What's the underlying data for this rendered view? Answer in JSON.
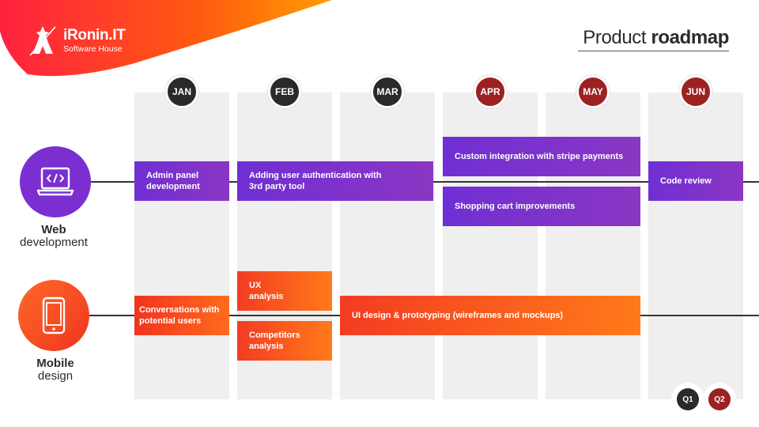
{
  "brand": {
    "name": "iRonin.IT",
    "tagline": "Software House",
    "gradient": [
      "#ff2d3a",
      "#ff9a00"
    ]
  },
  "title": {
    "light": "Product ",
    "bold": "roadmap"
  },
  "months": [
    {
      "label": "JAN",
      "quarter": "Q1"
    },
    {
      "label": "FEB",
      "quarter": "Q1"
    },
    {
      "label": "MAR",
      "quarter": "Q1"
    },
    {
      "label": "APR",
      "quarter": "Q2"
    },
    {
      "label": "MAY",
      "quarter": "Q2"
    },
    {
      "label": "JUN",
      "quarter": "Q2"
    }
  ],
  "lanes": [
    {
      "name_bold": "Web",
      "name_light": "development",
      "icon": "code-monitor-icon",
      "color": "#7b2fd1"
    },
    {
      "name_bold": "Mobile",
      "name_light": "design",
      "icon": "smartphone-icon",
      "color": "#f33c22"
    }
  ],
  "tasks": {
    "admin_panel": "Admin panel development",
    "user_auth": "Adding user authentication with 3rd party tool",
    "stripe": "Custom integration with stripe payments",
    "cart": "Shopping cart improvements",
    "code_review": "Code review",
    "ux": "UX analysis",
    "conversations": "Conversations with potential users",
    "ui_design": "UI design & prototyping (wireframes and mockups)",
    "competitors": "Competitors analysis"
  },
  "quarters": [
    "Q1",
    "Q2"
  ],
  "colors": {
    "quarter1": "#2a2a2a",
    "quarter2": "#9c2222",
    "web": "#7b2fd1",
    "mobile": "#f33c22"
  }
}
